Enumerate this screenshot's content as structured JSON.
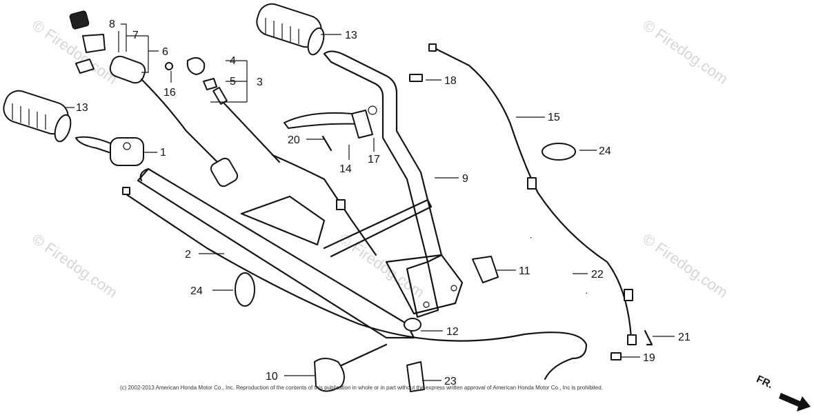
{
  "watermark": "© Firedog.com",
  "copyright": "(c) 2002-2013 American Honda Motor Co., Inc. Reproduction of the contents of this publication in whole or in part without the express written approval of American Honda Motor Co., Inc is prohibited.",
  "direction_label": "FR.",
  "callouts": {
    "c1": "1",
    "c2": "2",
    "c3": "3",
    "c4": "4",
    "c5": "5",
    "c6": "6",
    "c7": "7",
    "c8": "8",
    "c9": "9",
    "c10": "10",
    "c11": "11",
    "c12": "12",
    "c13a": "13",
    "c13b": "13",
    "c14": "14",
    "c15": "15",
    "c16": "16",
    "c17": "17",
    "c18": "18",
    "c19": "19",
    "c20": "20",
    "c21": "21",
    "c22": "22",
    "c23": "23",
    "c24a": "24",
    "c24b": "24"
  }
}
